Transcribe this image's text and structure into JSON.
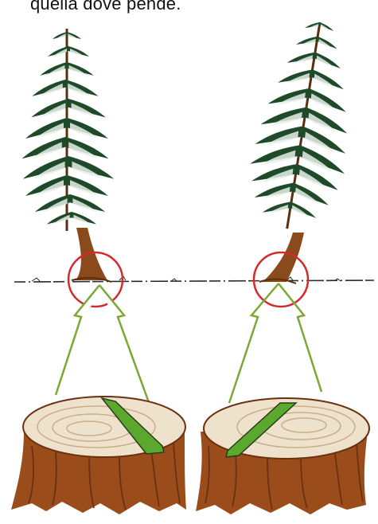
{
  "caption": "quella dove pende.",
  "colors": {
    "foliage_dark": "#1f4a2a",
    "foliage_mid": "#2f6a38",
    "snow": "#e8efe9",
    "trunk": "#8a4a1c",
    "stump_bark": "#9a4d1b",
    "stump_bark_dark": "#6b3010",
    "stump_top": "#efe2cc",
    "stump_rings": "#c9ae8b",
    "notch": "#5aa82e",
    "arrow": "#7aa832",
    "circle": "#d42a2a"
  },
  "figures": [
    {
      "name": "tree-left",
      "lean": "left"
    },
    {
      "name": "tree-right",
      "lean": "right"
    }
  ]
}
